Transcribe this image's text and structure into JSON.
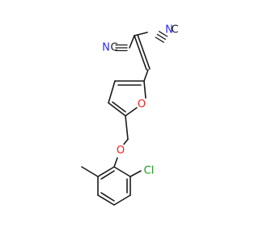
{
  "molecule": {
    "atom_labels": {
      "cn1": "N",
      "cn1_c": "C",
      "cn2": "N",
      "cn2_c": "C",
      "furan_o": "O",
      "ether_o": "O",
      "cl": "Cl"
    },
    "colors": {
      "N": "#2b2bff",
      "O": "#ff1a1a",
      "Cl": "#1a9e1a",
      "C": "#1a1a1a",
      "bond": "#1a1a1a"
    }
  }
}
